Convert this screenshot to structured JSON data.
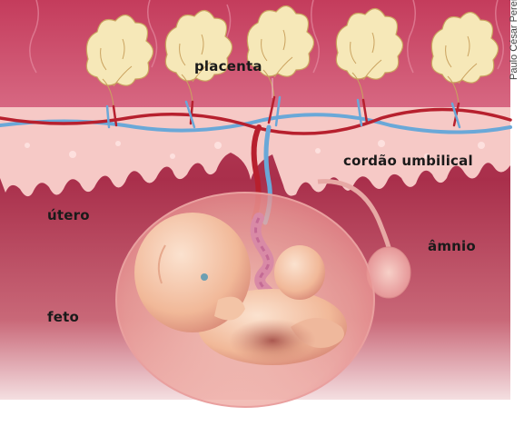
{
  "labels": {
    "placenta": "placenta",
    "cordao_umbilical": "cordão umbilical",
    "utero": "útero",
    "amnio": "âmnio",
    "feto": "feto"
  },
  "credit": "Paulo César Pereira",
  "colors": {
    "uterine_wall": "#a8324e",
    "placenta_tissue": "#f6c7c3",
    "villi": "#f5e7b8",
    "artery": "#b7202e",
    "vein": "#6aa8d8",
    "amniotic_sac": "#f2b8b0",
    "fetus": "#f4c6a8"
  }
}
